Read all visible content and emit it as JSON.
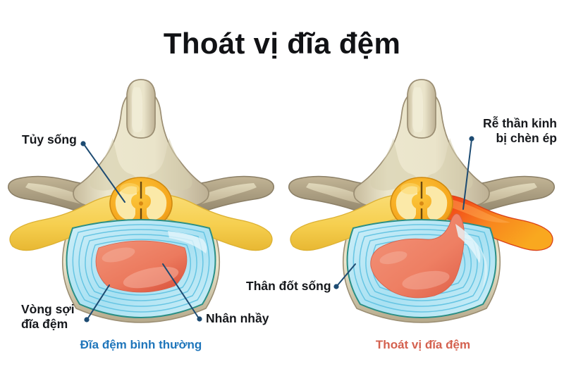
{
  "page": {
    "title": "Thoát vị đĩa đệm",
    "background": "#ffffff"
  },
  "colors": {
    "title_text": "#111215",
    "label_text": "#16181c",
    "leader_line": "#1d4b72",
    "caption_normal": "#1f76bb",
    "caption_herniated": "#d4614f",
    "bone_fill": "#e9e3c7",
    "bone_shade": "#b9ab8c",
    "bone_outline": "#9b8e73",
    "nerve_yellow": "#f6cf4f",
    "nerve_yellow_dark": "#e0b33c",
    "nerve_inflamed_red": "#f0381c",
    "nerve_inflamed_orange": "#f8991f",
    "cord_orange": "#f6a81f",
    "cord_gray_matter": "#fbe9a8",
    "annulus_cyan": "#b9e7f4",
    "annulus_ring": "#6fc8e4",
    "annulus_outline": "#2a8f86",
    "nucleus_salmon": "#ef8066",
    "nucleus_deep": "#d9503a",
    "nucleus_highlight": "#f4a892"
  },
  "left_panel": {
    "caption": "Đĩa đệm bình thường",
    "labels": [
      {
        "id": "tuy-song",
        "lines": [
          "Tủy sống"
        ]
      },
      {
        "id": "vong-soi-dia-dem",
        "lines": [
          "Vòng sợi",
          "đĩa đệm"
        ]
      },
      {
        "id": "nhan-nhay",
        "lines": [
          "Nhân nhầy"
        ]
      }
    ]
  },
  "right_panel": {
    "caption": "Thoát vị đĩa đệm",
    "labels": [
      {
        "id": "re-than-kinh-bi-chen-ep",
        "lines": [
          "Rễ thần kinh",
          "bị chèn ép"
        ]
      },
      {
        "id": "than-dot-song",
        "lines": [
          "Thân đốt sống"
        ]
      }
    ]
  },
  "text": {
    "tuy_song": "Tủy sống",
    "vong_soi_1": "Vòng sợi",
    "vong_soi_2": "đĩa đệm",
    "nhan_nhay": "Nhân nhầy",
    "re_than_kinh_1": "Rễ thần kinh",
    "re_than_kinh_2": "bị chèn ép",
    "than_dot_song": "Thân đốt sống",
    "caption_left": "Đĩa đệm bình thường",
    "caption_right": "Thoát vị đĩa đệm"
  }
}
